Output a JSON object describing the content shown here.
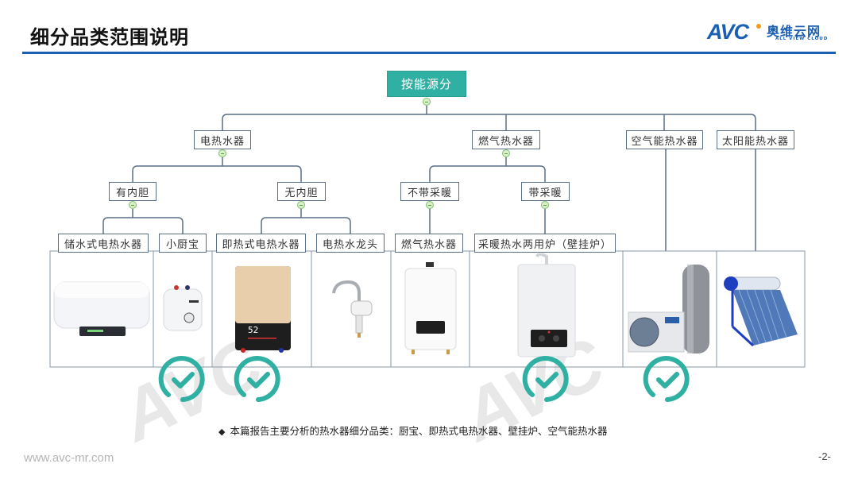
{
  "header": {
    "title": "细分品类范围说明",
    "logo": {
      "brand_letters": "AVC",
      "brand_cn": "奥维云网",
      "brand_en": "ALL VIEW CLOUD",
      "accent_color": "#1a5fb4",
      "dot_color": "#f39a1e"
    }
  },
  "tree": {
    "root": "按能源分",
    "level1": [
      {
        "label": "电热水器"
      },
      {
        "label": "燃气热水器"
      },
      {
        "label": "空气能热水器"
      },
      {
        "label": "太阳能热水器"
      }
    ],
    "level2": [
      {
        "label": "有内胆",
        "parent": "电热水器"
      },
      {
        "label": "无内胆",
        "parent": "电热水器"
      },
      {
        "label": "不带采暖",
        "parent": "燃气热水器"
      },
      {
        "label": "带采暖",
        "parent": "燃气热水器"
      }
    ],
    "level3": [
      {
        "label": "储水式电热水器",
        "parent": "有内胆"
      },
      {
        "label": "小厨宝",
        "parent": "有内胆"
      },
      {
        "label": "即热式电热水器",
        "parent": "无内胆"
      },
      {
        "label": "电热水龙头",
        "parent": "无内胆"
      },
      {
        "label": "燃气热水器",
        "parent": "不带采暖"
      },
      {
        "label": "采暖热水两用炉（壁挂炉）",
        "parent": "带采暖"
      }
    ],
    "colors": {
      "root": "#2fb0a3",
      "line": "#5a6f86",
      "collapse": "#7cc26a"
    }
  },
  "products": [
    {
      "name": "储水式电热水器",
      "image": "storage-water-heater",
      "selected": false
    },
    {
      "name": "小厨宝",
      "image": "kitchen-water-heater",
      "selected": true
    },
    {
      "name": "即热式电热水器",
      "image": "instant-electric-water-heater",
      "selected": true
    },
    {
      "name": "电热水龙头",
      "image": "electric-faucet",
      "selected": false
    },
    {
      "name": "燃气热水器",
      "image": "gas-water-heater",
      "selected": false
    },
    {
      "name": "采暖热水两用炉（壁挂炉）",
      "image": "wall-hung-boiler",
      "selected": true
    },
    {
      "name": "空气能热水器",
      "image": "air-source-heat-pump",
      "selected": true
    },
    {
      "name": "太阳能热水器",
      "image": "solar-water-heater",
      "selected": false
    }
  ],
  "check_color": "#2fb0a3",
  "note": {
    "bullet": "◆",
    "text": "本篇报告主要分析的热水器细分品类：厨宝、即热式电热水器、壁挂炉、空气能热水器"
  },
  "footer": {
    "url": "www.avc-mr.com",
    "page": "-2-"
  }
}
